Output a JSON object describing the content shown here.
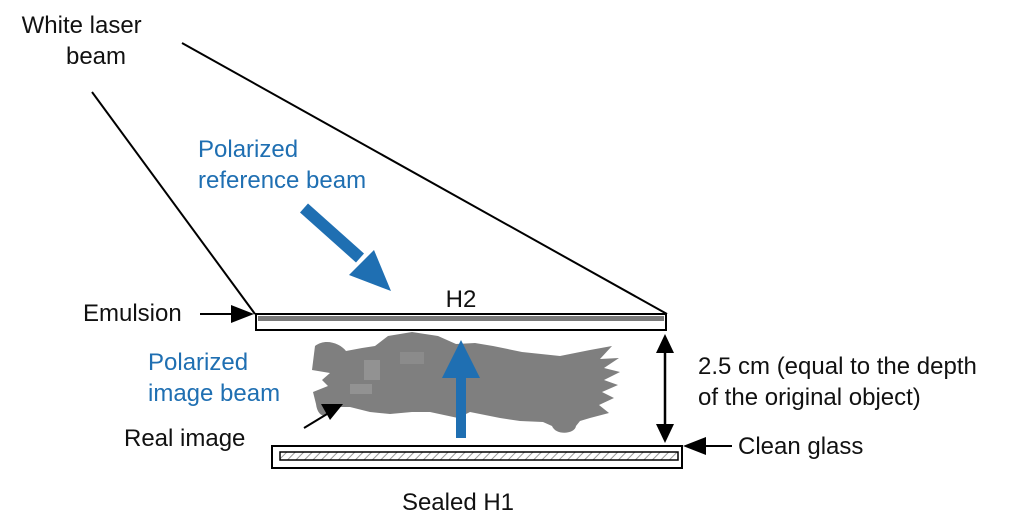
{
  "colors": {
    "black_label": "#111111",
    "blue_label": "#1f6fb2",
    "blue_arrow": "#1f6fb2",
    "object_gray": "#7f7f7f",
    "line": "#000000",
    "glass_hatch": "#9a9a9a"
  },
  "labels": {
    "white_laser_beam_line1": "White laser",
    "white_laser_beam_line2": "beam",
    "polarized_reference_beam_line1": "Polarized",
    "polarized_reference_beam_line2": "reference beam",
    "h2": "H2",
    "emulsion": "Emulsion",
    "polarized_image_beam_line1": "Polarized",
    "polarized_image_beam_line2": "image beam",
    "real_image": "Real image",
    "depth_line1": "2.5 cm (equal to the depth",
    "depth_line2": "of the original object)",
    "clean_glass": "Clean glass",
    "sealed_h1": "Sealed H1"
  },
  "icons": {
    "reference_arrow": "blue-diagonal-arrow-icon",
    "image_beam_arrow": "blue-up-arrow-icon",
    "depth_arrow": "double-headed-vertical-arrow-icon"
  }
}
